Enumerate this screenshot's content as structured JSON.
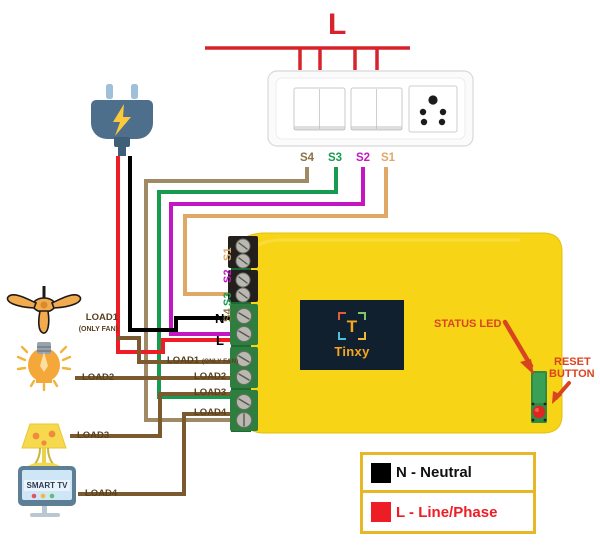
{
  "diagram": {
    "title_phase_label": "L",
    "device_brand": "Tinxy",
    "device_logo_letter": "T"
  },
  "switchboard": {
    "switch_labels": [
      "S4",
      "S3",
      "S2",
      "S1"
    ],
    "switch_label_colors": [
      "#8a7245",
      "#139c4e",
      "#c417c4",
      "#e0a867"
    ]
  },
  "terminals": {
    "signal": [
      {
        "name": "S1",
        "color": "#e0a867"
      },
      {
        "name": "S2",
        "color": "#c417c4"
      },
      {
        "name": "S3",
        "color": "#139c4e"
      },
      {
        "name": "S4",
        "color": "#8a7245"
      }
    ],
    "power": [
      {
        "name": "N",
        "color": "#000000"
      },
      {
        "name": "L",
        "color": "#e8232a"
      }
    ],
    "loads": [
      {
        "name": "LOAD1",
        "note": "(ONLY FAN)"
      },
      {
        "name": "LOAD2",
        "note": ""
      },
      {
        "name": "LOAD3",
        "note": ""
      },
      {
        "name": "LOAD4",
        "note": ""
      }
    ]
  },
  "appliances": [
    {
      "icon": "ceiling-fan-icon",
      "label": "LOAD1",
      "note": "(ONLY FAN)"
    },
    {
      "icon": "light-bulb-icon",
      "label": "LOAD2",
      "note": ""
    },
    {
      "icon": "table-lamp-icon",
      "label": "LOAD3",
      "note": ""
    },
    {
      "icon": "smart-tv-icon",
      "label": "LOAD4",
      "note": ""
    }
  ],
  "tv": {
    "screen_text": "SMART TV"
  },
  "annotations": {
    "status_led_line1": "STATUS LED",
    "reset_button_line1": "RESET",
    "reset_button_line2": "BUTTON"
  },
  "legend": {
    "rows": [
      {
        "swatch": "#000000",
        "text": "N - Neutral",
        "text_color": "#111111"
      },
      {
        "swatch": "#ee1c25",
        "text": "L - Line/Phase",
        "text_color": "#ee1c25"
      }
    ]
  },
  "colors": {
    "device_yellow": "#f7d416",
    "wire_red": "#ee1c25",
    "wire_black": "#000000",
    "wire_brown": "#7a5a2e",
    "wire_green": "#169b51",
    "wire_magenta": "#c417c4",
    "wire_tan": "#e0a867",
    "wire_taupe": "#a08a66",
    "annotation_red": "#d94420",
    "legend_border": "#e8b728"
  }
}
